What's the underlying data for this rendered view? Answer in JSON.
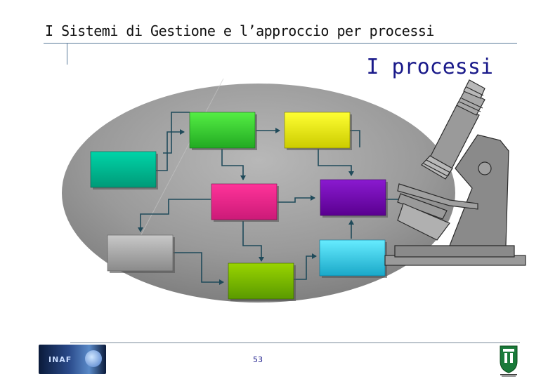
{
  "header": {
    "title": "I Sistemi di Gestione e l’approccio per processi"
  },
  "slide": {
    "subtitle": "I processi",
    "page_number": "53"
  },
  "logos": {
    "left_text": "INAF"
  },
  "colors": {
    "ellipse": "#9a9a9a",
    "process_teal": "#00b894",
    "process_green": "#33cc33",
    "process_yellow": "#e6e600",
    "process_magenta": "#e6248a",
    "process_purple": "#7a0ab8",
    "process_gray": "#a8a8a8",
    "process_olive": "#7ab800",
    "process_cyan": "#38c8e0",
    "microscope": "#8a8a8a"
  }
}
